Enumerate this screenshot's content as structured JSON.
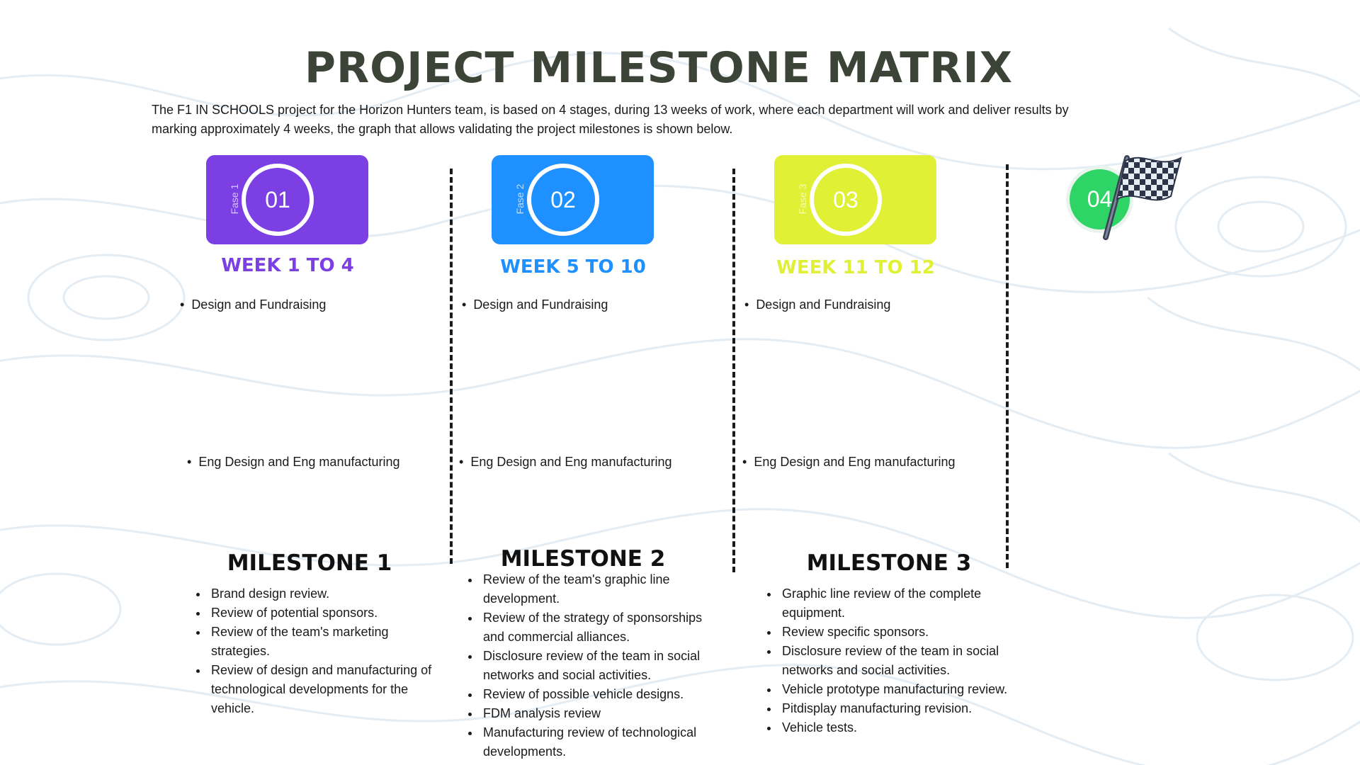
{
  "title": "PROJECT MILESTONE MATRIX",
  "intro": "The F1 IN SCHOOLS project for the Horizon Hunters team, is based on 4 stages, during 13 weeks of work, where each department will work and deliver results by marking approximately 4 weeks, the graph that allows validating the project milestones is shown below.",
  "colors": {
    "phase1": "#7b3fe4",
    "phase2": "#1e90ff",
    "phase3": "#dff035",
    "final": "#2fd466",
    "title": "#3c4438"
  },
  "phases": [
    {
      "label": "Fase 1",
      "number": "01",
      "weeks": "WEEK 1 TO 4",
      "item1": "Design and Fundraising",
      "item2": "Eng Design and Eng manufacturing",
      "milestone_title": "MILESTONE 1",
      "milestone_items": [
        "Brand design review.",
        "Review of potential sponsors.",
        "Review of the team's marketing strategies.",
        "Review of design and manufacturing of technological developments for the vehicle."
      ]
    },
    {
      "label": "Fase 2",
      "number": "02",
      "weeks": "WEEK 5 TO 10",
      "item1": "Design and Fundraising",
      "item2": "Eng Design and Eng manufacturing",
      "milestone_title": "MILESTONE 2",
      "milestone_items": [
        "Review of the team's graphic line development.",
        "Review of the strategy of sponsorships and commercial alliances.",
        "Disclosure review of the team in social networks and social activities.",
        "Review of possible vehicle designs.",
        "FDM analysis review",
        "Manufacturing review of technological developments."
      ]
    },
    {
      "label": "Fase 3",
      "number": "03",
      "weeks": "WEEK 11 TO 12",
      "item1": "Design and Fundraising",
      "item2": "Eng Design and Eng manufacturing",
      "milestone_title": "MILESTONE  3",
      "milestone_items": [
        "Graphic line review of the complete equipment.",
        "Review specific sponsors.",
        "Disclosure review of the team in social networks and social activities.",
        "Vehicle prototype manufacturing review.",
        "Pitdisplay manufacturing revision.",
        "Vehicle tests."
      ]
    }
  ],
  "final": {
    "number": "04",
    "icon": "checkered-flag-icon"
  }
}
